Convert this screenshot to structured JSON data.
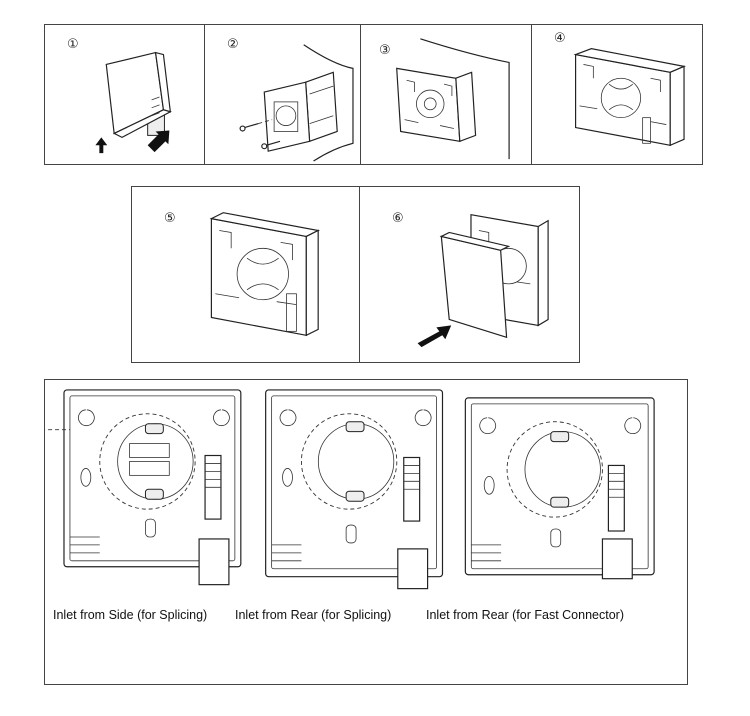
{
  "steps": [
    {
      "label": "①"
    },
    {
      "label": "②"
    },
    {
      "label": "③"
    },
    {
      "label": "④"
    },
    {
      "label": "⑤"
    },
    {
      "label": "⑥"
    }
  ],
  "layouts": [
    {
      "caption": "Inlet from Side (for Splicing)"
    },
    {
      "caption": "Inlet from Rear (for Splicing)"
    },
    {
      "caption": "Inlet from Rear (for Fast Connector)"
    }
  ]
}
